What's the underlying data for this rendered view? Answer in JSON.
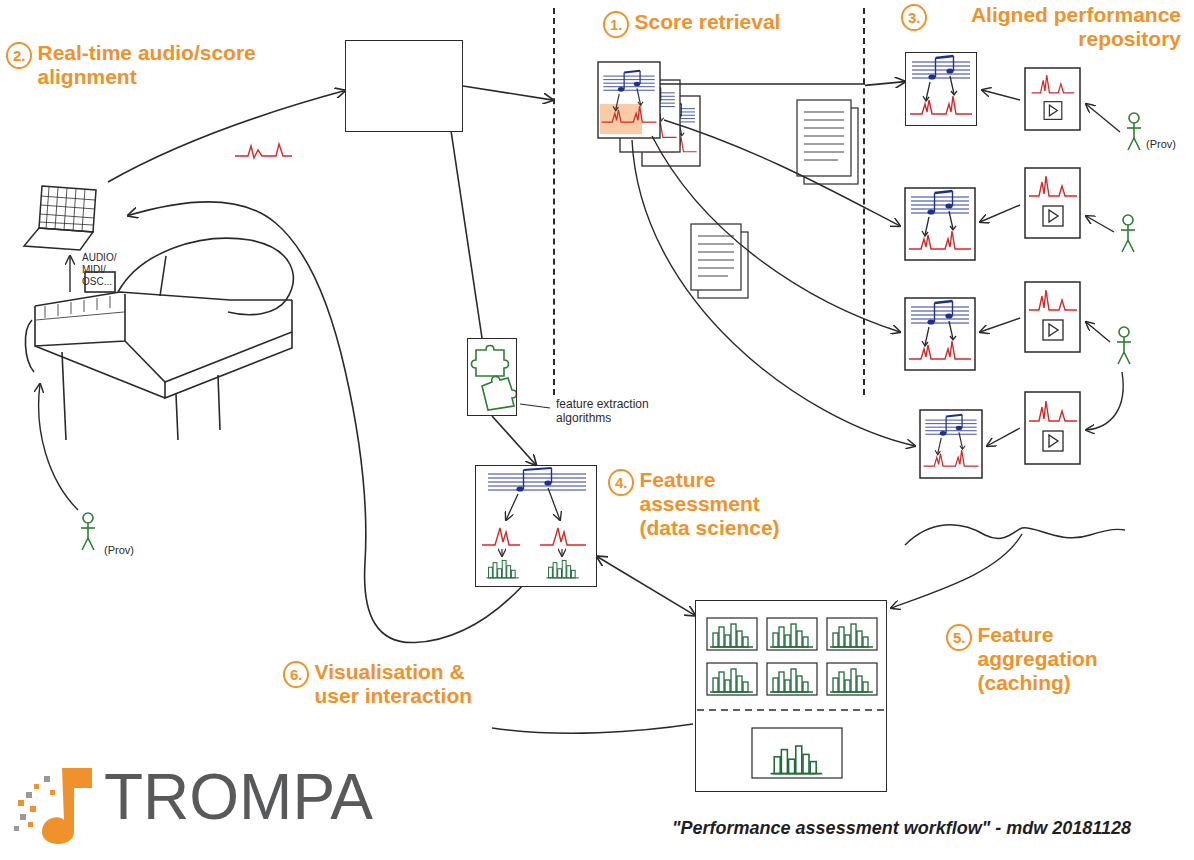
{
  "diagram": {
    "caption": "\"Performance assessment workflow\" - mdw 20181128",
    "nodes": [
      {
        "text": [
          "AUDIO/ MIDI/ OSC..."
        ]
      },
      {
        "text": [
          "2.",
          "Real-time audio/score alignment"
        ]
      },
      {
        "text": [
          "1.",
          "Score retrieval"
        ]
      },
      {
        "text": [
          "3.",
          "Aligned performance repository"
        ]
      },
      {
        "text": [
          "feature extraction algorithms"
        ]
      },
      {
        "text": [
          "4.",
          "Feature assessment (data science)"
        ]
      },
      {
        "text": [
          "5.",
          "Feature aggregation (caching)"
        ]
      }
    ],
    "edges": [
      {
        "from": 0,
        "to": 1,
        "arrow": "to"
      },
      {
        "from": 1,
        "to": 2,
        "arrow": "to"
      },
      {
        "from": 2,
        "to": 3,
        "arrow": "to"
      },
      {
        "from": 1,
        "to": 4,
        "arrow": "none"
      },
      {
        "from": 4,
        "to": 5,
        "arrow": "to"
      },
      {
        "from": 5,
        "to": 6,
        "arrow": "both"
      },
      {
        "from": 5,
        "to": 0,
        "arrow": "to"
      }
    ],
    "labels": [
      "(Prov)",
      "(Prov)",
      "6.",
      "Visualisation & user interaction",
      "TROMPA"
    ]
  }
}
